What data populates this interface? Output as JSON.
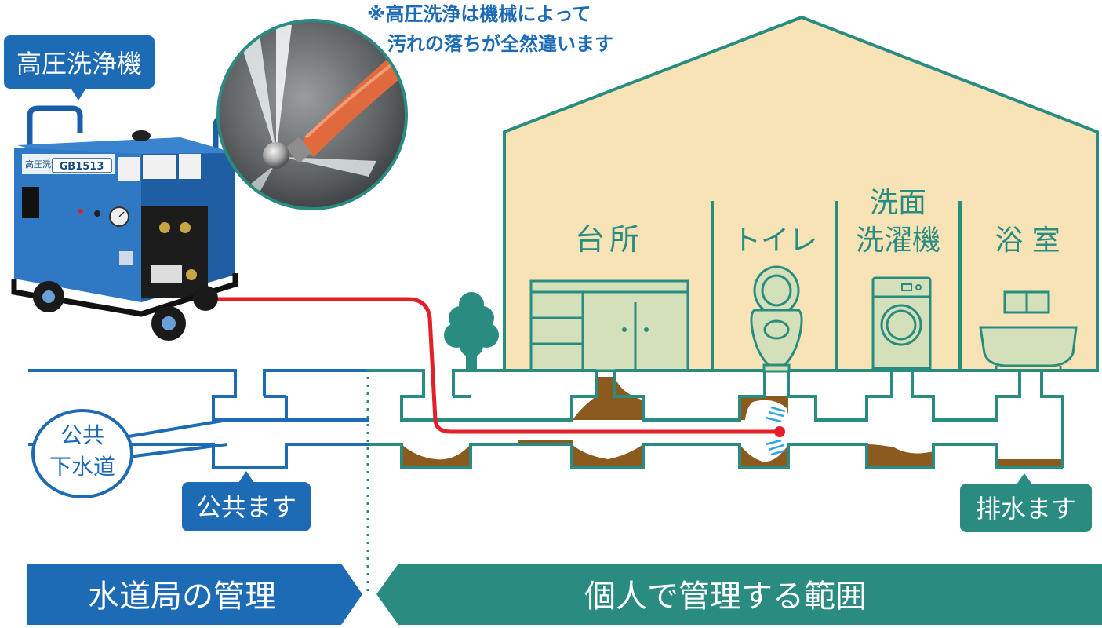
{
  "note": {
    "line1": "※高圧洗浄は機械によって",
    "line2": "汚れの落ちが全然違います"
  },
  "machine": {
    "label": "高圧洗浄機",
    "panel_text": "高圧洗浄機",
    "model": "GB1513"
  },
  "rooms": {
    "kitchen": "台所",
    "toilet": "トイレ",
    "washroom_line1": "洗面",
    "washroom_line2": "洗濯機",
    "bath": "浴 室"
  },
  "sewer": {
    "label_line1": "公共",
    "label_line2": "下水道"
  },
  "public_basin": "公共ます",
  "drain_basin": "排水ます",
  "footer": {
    "left": "水道局の管理",
    "right": "個人で管理する範囲"
  },
  "colors": {
    "blue": "#1d6ab5",
    "teal": "#2a8c80",
    "house_fill": "#f7e3b6",
    "furniture": "#d3e0b9",
    "sludge": "#8a5a1f",
    "hose": "#e3202a"
  }
}
